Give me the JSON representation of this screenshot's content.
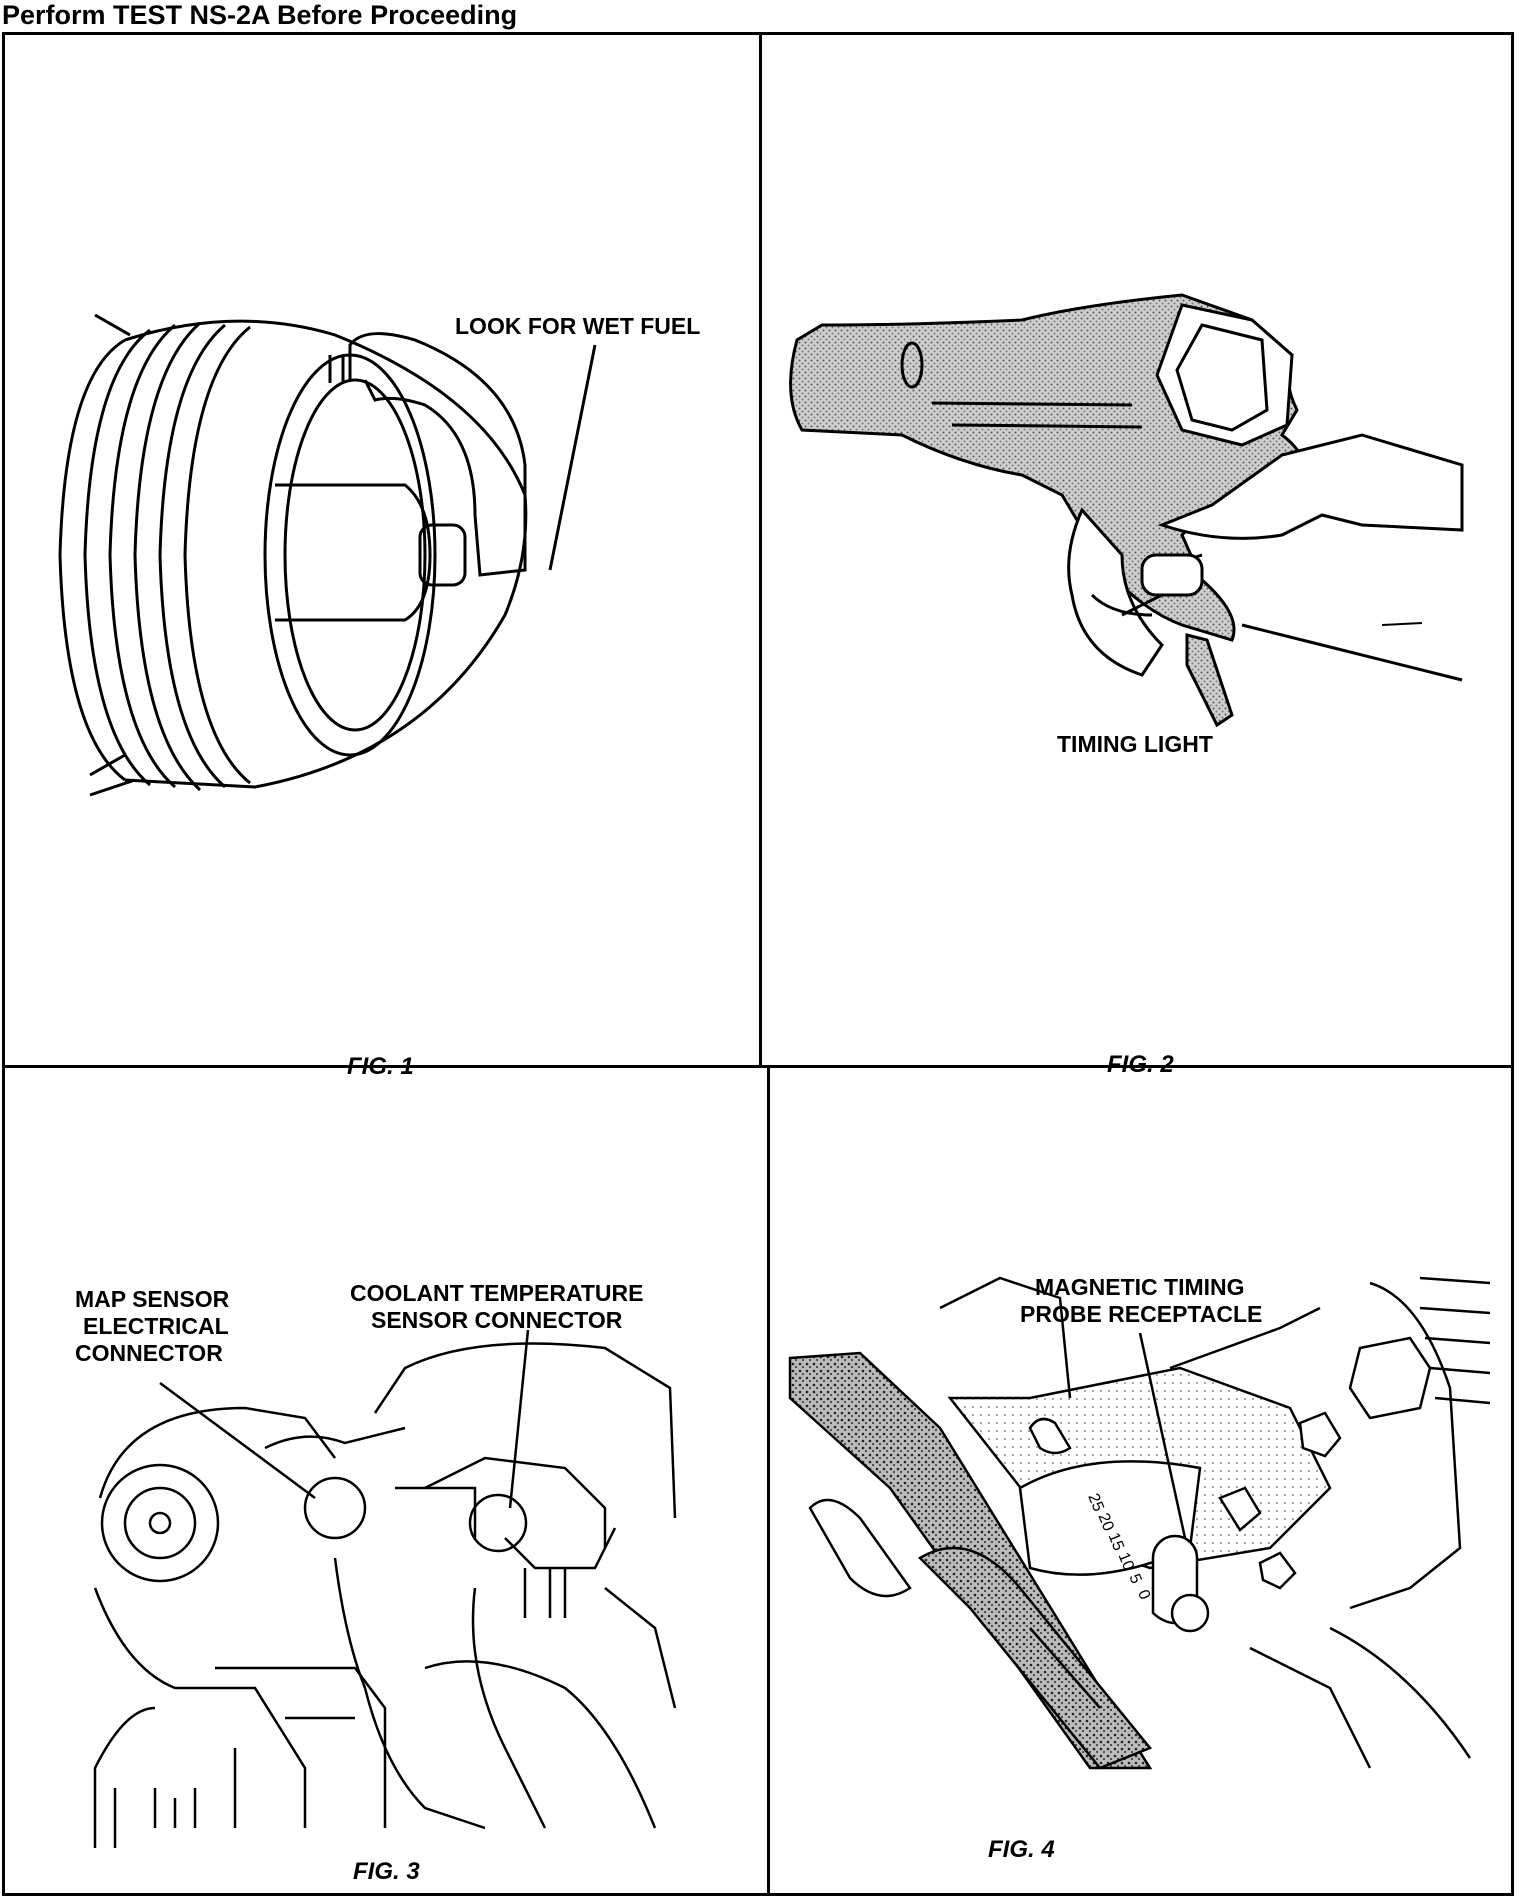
{
  "header": {
    "title": "Perform TEST NS-2A Before Proceeding"
  },
  "figures": {
    "fig1": {
      "caption": "FIG. 1",
      "callout": "LOOK FOR WET FUEL"
    },
    "fig2": {
      "caption": "FIG. 2",
      "callout": "TIMING LIGHT"
    },
    "fig3": {
      "caption": "FIG. 3",
      "callout_map": [
        "MAP SENSOR",
        "ELECTRICAL",
        "CONNECTOR"
      ],
      "callout_coolant": [
        "COOLANT TEMPERATURE",
        "SENSOR CONNECTOR"
      ]
    },
    "fig4": {
      "caption": "FIG. 4",
      "callout": [
        "MAGNETIC TIMING",
        "PROBE RECEPTACLE"
      ],
      "scale_marks": [
        "25",
        "20",
        "15",
        "10",
        "5",
        "0"
      ]
    }
  }
}
